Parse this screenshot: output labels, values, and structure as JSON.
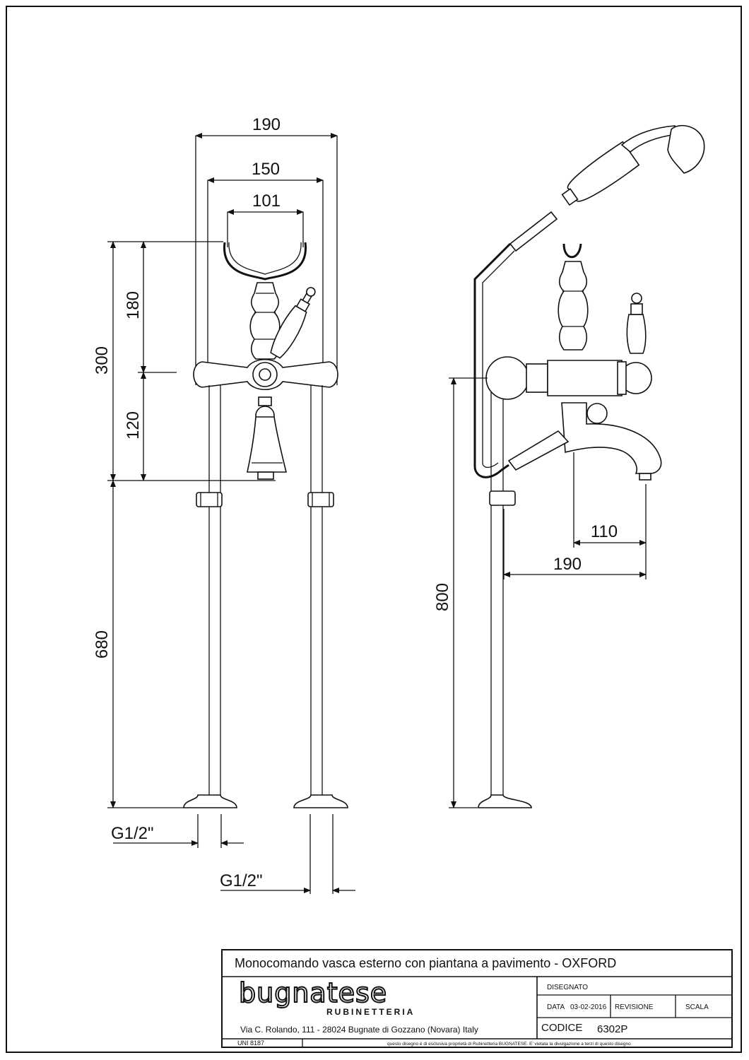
{
  "dimensions": {
    "front": {
      "width_outer": "190",
      "width_mid": "150",
      "width_inner": "101",
      "height_total": "300",
      "height_upper": "180",
      "height_lower": "120",
      "height_column": "680",
      "thread_left": "G1/2\"",
      "thread_right": "G1/2\""
    },
    "side": {
      "height_total": "800",
      "reach_spout": "110",
      "reach_total": "190"
    }
  },
  "title_block": {
    "title": "Monocomando vasca esterno con piantana a pavimento - OXFORD",
    "logo": "bugnatese",
    "logo_sub": "RUBINETTERIA",
    "address": "Via C. Rolando, 111 - 28024 Bugnate di Gozzano (Novara) Italy",
    "drawn_label": "DISEGNATO",
    "date_label": "DATA",
    "date_value": "03-02-2016",
    "revision_label": "REVISIONE",
    "scale_label": "SCALA",
    "code_label": "CODICE",
    "code_value": "6302P",
    "standard": "UNI 8187",
    "disclaimer": "questo disegno è di esclusiva proprietà di Rubinetteria BUGNATESE. E' vietata la divulgazione a terzi di questo disegno"
  }
}
